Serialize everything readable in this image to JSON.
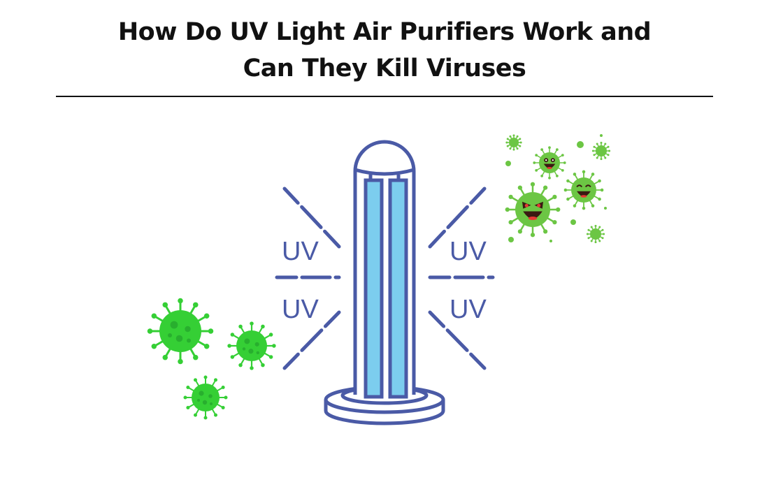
{
  "title": {
    "line1": "How Do UV Light Air Purifiers Work and",
    "line2": "Can They Kill Viruses"
  },
  "illustration": {
    "uv_labels": [
      "UV",
      "UV",
      "UV",
      "UV"
    ],
    "colors": {
      "lamp_outline": "#4a5aa6",
      "lamp_tube": "#7ccdee",
      "virus_left": "#35cf35",
      "virus_right": "#6cc644",
      "virus_mouth": "#3a1a12",
      "virus_tongue": "#e53935"
    }
  }
}
